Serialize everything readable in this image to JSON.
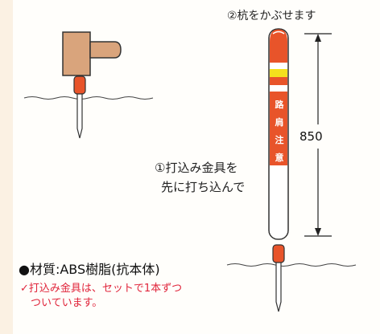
{
  "step2_label": "②杭をかぶせます",
  "step1_line1": "①打込み金具を",
  "step1_line2": "先に打ち込んで",
  "dimension": "850",
  "pole_text": [
    "路",
    "肩",
    "注",
    "意"
  ],
  "material": "●材質:ABS樹脂(抗本体)",
  "note_line1": "✓打込み金具は、セットで1本ずつ",
  "note_line2": "ついています。",
  "colors": {
    "hammer": "#d9a47c",
    "cap": "#e8542a",
    "band": "#f4e01d",
    "red_text": "#e0243a"
  }
}
